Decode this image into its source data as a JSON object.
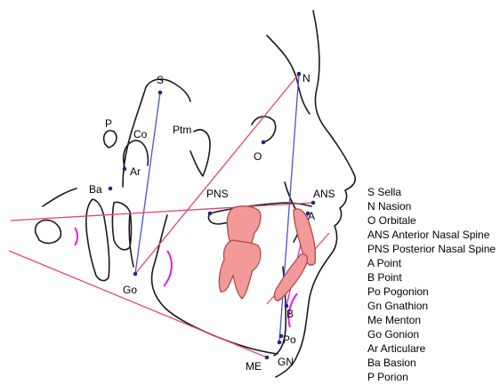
{
  "colors": {
    "outline": "#1a1a1a",
    "pink_line": "#e0457b",
    "blue_line": "#4a52d6",
    "magenta_arc": "#e21ddc",
    "tooth_fill": "#f29a99",
    "tooth_stroke": "#b04a4a",
    "point": "#1c2a80"
  },
  "landmarks": {
    "S": "S",
    "N": "N",
    "O": "O",
    "P": "P",
    "Co": "Co",
    "Ptm": "Ptm",
    "Ar": "Ar",
    "Ba": "Ba",
    "PNS": "PNS",
    "ANS": "ANS",
    "A": "A",
    "Go": "Go",
    "B": "B",
    "Po": "Po",
    "ME": "ME",
    "GN": "GN"
  },
  "legend": [
    "S Sella",
    "N Nasion",
    "O Orbitale",
    "ANS Anterior Nasal Spine",
    "PNS Posterior Nasal Spine",
    "A Point",
    "B Point",
    "Po Pogonion",
    "Gn Gnathion",
    "Me Menton",
    "Go Gonion",
    "Ar Articulare",
    "Ba Basion",
    "P Porion"
  ]
}
